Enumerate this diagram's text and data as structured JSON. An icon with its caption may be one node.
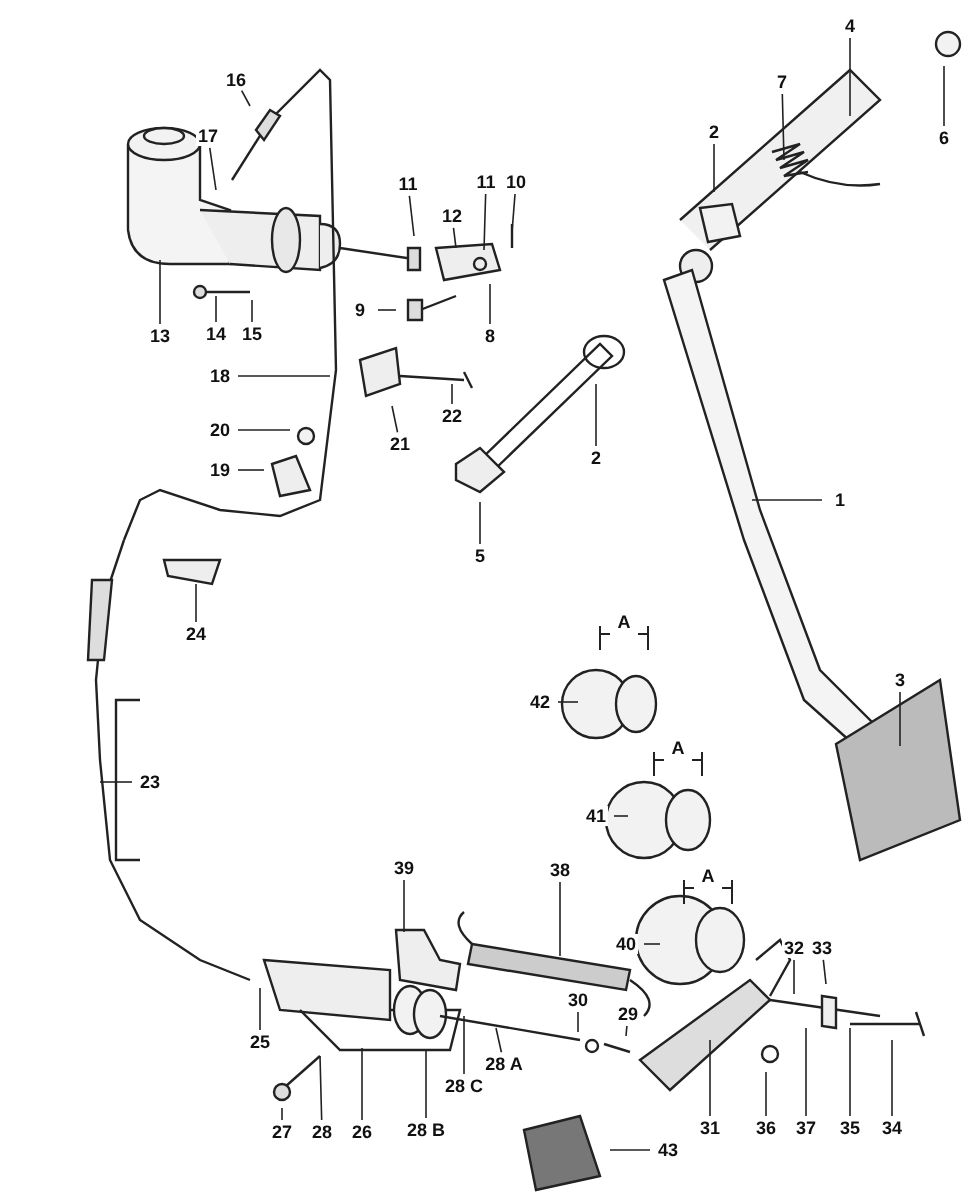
{
  "diagram": {
    "nodes": [
      {
        "text": [
          "4"
        ]
      },
      {
        "text": [
          "6"
        ]
      },
      {
        "text": [
          "16"
        ]
      },
      {
        "text": [
          "17"
        ]
      },
      {
        "text": [
          "2"
        ]
      },
      {
        "text": [
          "7"
        ]
      },
      {
        "text": [
          "11"
        ]
      },
      {
        "text": [
          "11"
        ]
      },
      {
        "text": [
          "10"
        ]
      },
      {
        "text": [
          "12"
        ]
      },
      {
        "text": [
          "9"
        ]
      },
      {
        "text": [
          "8"
        ]
      },
      {
        "text": [
          "13"
        ]
      },
      {
        "text": [
          "14"
        ]
      },
      {
        "text": [
          "15"
        ]
      },
      {
        "text": [
          "18"
        ]
      },
      {
        "text": [
          "22"
        ]
      },
      {
        "text": [
          "21"
        ]
      },
      {
        "text": [
          "2"
        ]
      },
      {
        "text": [
          "20"
        ]
      },
      {
        "text": [
          "19"
        ]
      },
      {
        "text": [
          "1"
        ]
      },
      {
        "text": [
          "5"
        ]
      },
      {
        "text": [
          "24"
        ]
      },
      {
        "text": [
          "42"
        ]
      },
      {
        "text": [
          "3"
        ]
      },
      {
        "text": [
          "23"
        ]
      },
      {
        "text": [
          "41"
        ]
      },
      {
        "text": [
          "39"
        ]
      },
      {
        "text": [
          "38"
        ]
      },
      {
        "text": [
          "40"
        ]
      },
      {
        "text": [
          "32"
        ]
      },
      {
        "text": [
          "33"
        ]
      },
      {
        "text": [
          "30"
        ]
      },
      {
        "text": [
          "29"
        ]
      },
      {
        "text": [
          "25"
        ]
      },
      {
        "text": [
          "28 A"
        ]
      },
      {
        "text": [
          "28 C"
        ]
      },
      {
        "text": [
          "27"
        ]
      },
      {
        "text": [
          "28"
        ]
      },
      {
        "text": [
          "26"
        ]
      },
      {
        "text": [
          "28 B"
        ]
      },
      {
        "text": [
          "31"
        ]
      },
      {
        "text": [
          "36"
        ]
      },
      {
        "text": [
          "37"
        ]
      },
      {
        "text": [
          "35"
        ]
      },
      {
        "text": [
          "34"
        ]
      },
      {
        "text": [
          "43"
        ]
      }
    ],
    "edges": [
      {
        "from": 0,
        "to": null,
        "arrow": "none"
      },
      {
        "from": 1,
        "to": null,
        "arrow": "none"
      },
      {
        "from": 2,
        "to": null,
        "arrow": "none"
      },
      {
        "from": 3,
        "to": null,
        "arrow": "none"
      },
      {
        "from": 4,
        "to": null,
        "arrow": "none"
      },
      {
        "from": 5,
        "to": null,
        "arrow": "none"
      },
      {
        "from": 6,
        "to": null,
        "arrow": "none"
      },
      {
        "from": 7,
        "to": null,
        "arrow": "none"
      },
      {
        "from": 8,
        "to": null,
        "arrow": "none"
      },
      {
        "from": 9,
        "to": null,
        "arrow": "none"
      },
      {
        "from": 10,
        "to": null,
        "arrow": "none"
      },
      {
        "from": 11,
        "to": null,
        "arrow": "none"
      },
      {
        "from": 12,
        "to": null,
        "arrow": "none"
      },
      {
        "from": 13,
        "to": null,
        "arrow": "none"
      },
      {
        "from": 14,
        "to": null,
        "arrow": "none"
      },
      {
        "from": 15,
        "to": null,
        "arrow": "none"
      },
      {
        "from": 16,
        "to": null,
        "arrow": "none"
      },
      {
        "from": 17,
        "to": null,
        "arrow": "none"
      },
      {
        "from": 18,
        "to": null,
        "arrow": "none"
      },
      {
        "from": 19,
        "to": null,
        "arrow": "none"
      },
      {
        "from": 20,
        "to": null,
        "arrow": "none"
      },
      {
        "from": 21,
        "to": null,
        "arrow": "none"
      },
      {
        "from": 22,
        "to": null,
        "arrow": "none"
      },
      {
        "from": 23,
        "to": null,
        "arrow": "none"
      },
      {
        "from": 24,
        "to": null,
        "arrow": "none"
      },
      {
        "from": 25,
        "to": null,
        "arrow": "none"
      },
      {
        "from": 26,
        "to": null,
        "arrow": "none"
      },
      {
        "from": 27,
        "to": null,
        "arrow": "none"
      },
      {
        "from": 28,
        "to": null,
        "arrow": "none"
      },
      {
        "from": 29,
        "to": null,
        "arrow": "none"
      },
      {
        "from": 30,
        "to": null,
        "arrow": "none"
      },
      {
        "from": 31,
        "to": null,
        "arrow": "none"
      },
      {
        "from": 32,
        "to": null,
        "arrow": "none"
      },
      {
        "from": 33,
        "to": null,
        "arrow": "none"
      },
      {
        "from": 34,
        "to": null,
        "arrow": "none"
      },
      {
        "from": 35,
        "to": null,
        "arrow": "none"
      },
      {
        "from": 36,
        "to": null,
        "arrow": "none"
      },
      {
        "from": 37,
        "to": null,
        "arrow": "none"
      },
      {
        "from": 38,
        "to": null,
        "arrow": "none"
      },
      {
        "from": 39,
        "to": null,
        "arrow": "none"
      },
      {
        "from": 40,
        "to": null,
        "arrow": "none"
      },
      {
        "from": 41,
        "to": null,
        "arrow": "none"
      },
      {
        "from": 42,
        "to": null,
        "arrow": "none"
      },
      {
        "from": 43,
        "to": null,
        "arrow": "none"
      },
      {
        "from": 44,
        "to": null,
        "arrow": "none"
      },
      {
        "from": 45,
        "to": null,
        "arrow": "none"
      },
      {
        "from": 46,
        "to": null,
        "arrow": "none"
      },
      {
        "from": 47,
        "to": null,
        "arrow": "none"
      }
    ],
    "labels": [
      "A",
      "A",
      "A"
    ]
  }
}
